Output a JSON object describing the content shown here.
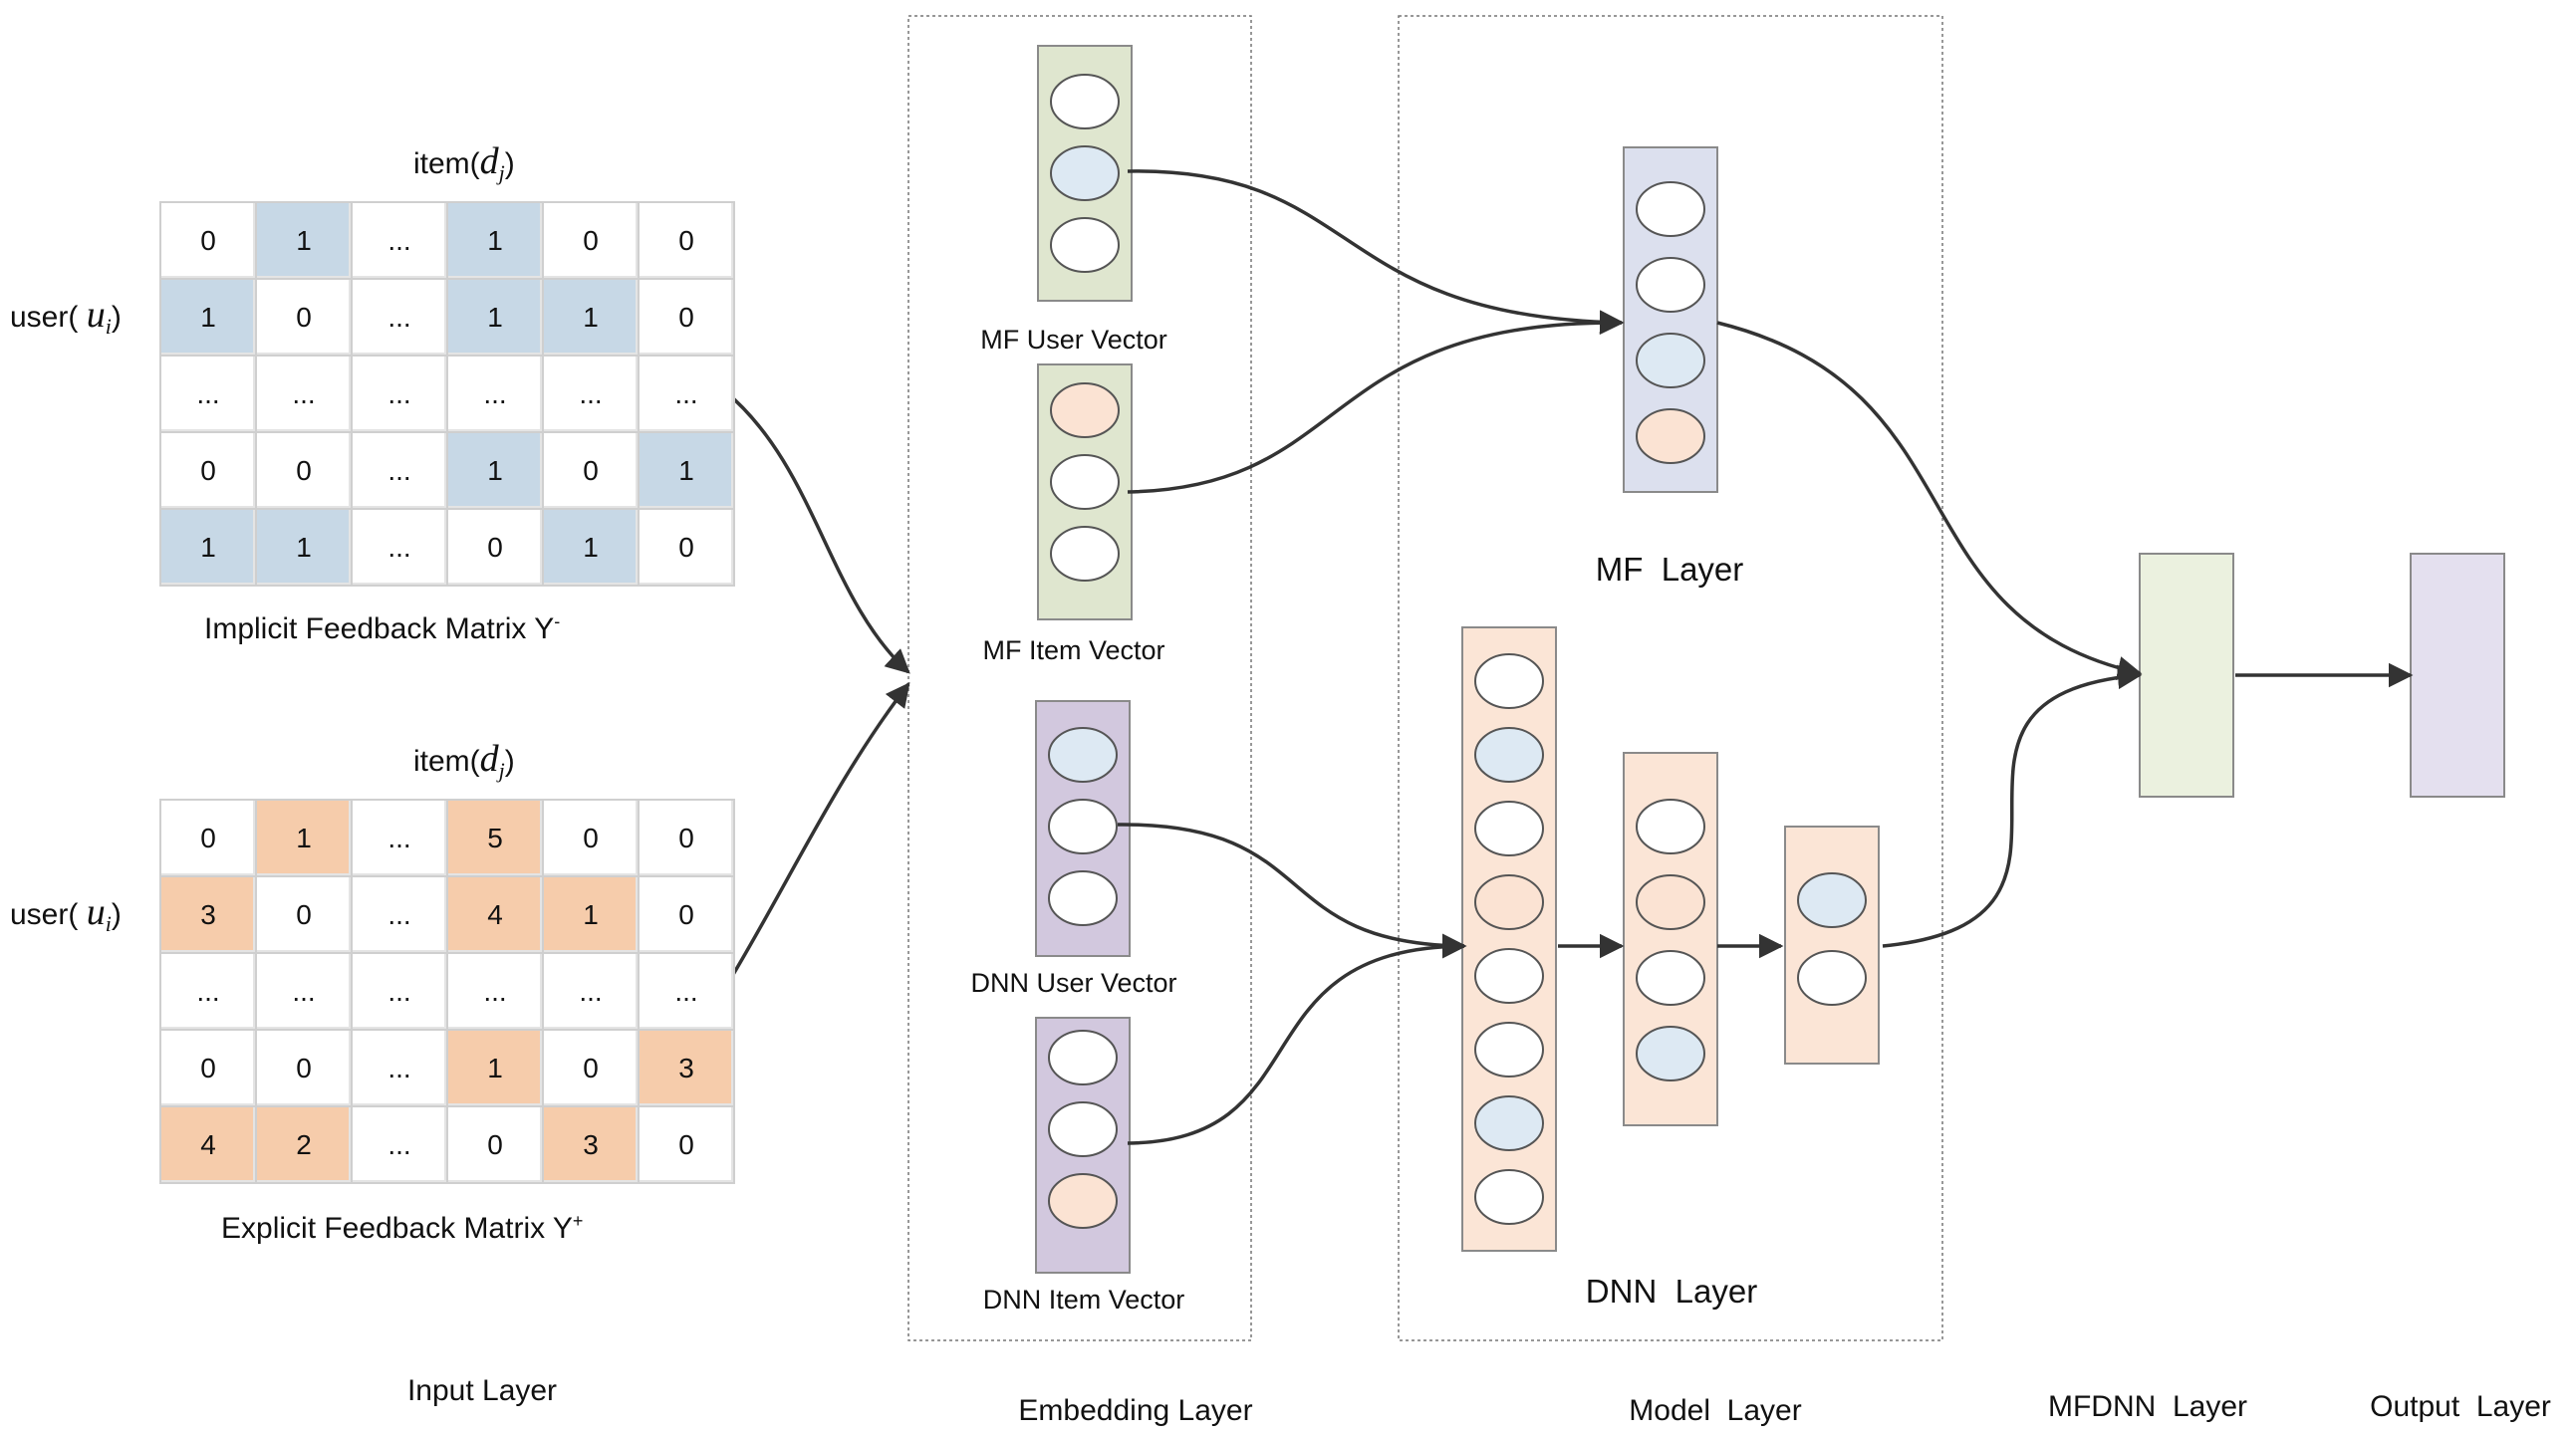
{
  "matrices": [
    {
      "id": "implicit",
      "item_prefix": "item(",
      "item_var": "d",
      "item_sub": "j",
      "item_suffix": ")",
      "user_prefix": "user(",
      "user_var": "u",
      "user_sub": "i",
      "user_suffix": ")",
      "caption": "Implicit Feedback Matrix Y",
      "caption_sup": "-",
      "cells": [
        [
          "0",
          "1",
          "...",
          "1",
          "0",
          "0"
        ],
        [
          "1",
          "0",
          "...",
          "1",
          "1",
          "0"
        ],
        [
          "...",
          "...",
          "...",
          "...",
          "...",
          "..."
        ],
        [
          "0",
          "0",
          "...",
          "1",
          "0",
          "1"
        ],
        [
          "1",
          "1",
          "...",
          "0",
          "1",
          "0"
        ]
      ],
      "highlight_color": "#c7d8e6"
    },
    {
      "id": "explicit",
      "item_prefix": "item(",
      "item_var": "d",
      "item_sub": "j",
      "item_suffix": ")",
      "user_prefix": "user(",
      "user_var": "u",
      "user_sub": "i",
      "user_suffix": ")",
      "caption": "Explicit Feedback Matrix Y",
      "caption_sup": "+",
      "cells": [
        [
          "0",
          "1",
          "...",
          "5",
          "0",
          "0"
        ],
        [
          "3",
          "0",
          "...",
          "4",
          "1",
          "0"
        ],
        [
          "...",
          "...",
          "...",
          "...",
          "...",
          "..."
        ],
        [
          "0",
          "0",
          "...",
          "1",
          "0",
          "3"
        ],
        [
          "4",
          "2",
          "...",
          "0",
          "3",
          "0"
        ]
      ],
      "highlight_color": "#f6ccab"
    }
  ],
  "embedding_vectors": [
    {
      "label": "MF User Vector",
      "fill": "#dfe6cf",
      "nodes": [
        "white",
        "blue",
        "white"
      ]
    },
    {
      "label": "MF Item Vector",
      "fill": "#dfe6cf",
      "nodes": [
        "orange",
        "white",
        "white"
      ]
    },
    {
      "label": "DNN User Vector",
      "fill": "#d2c8de",
      "nodes": [
        "blue",
        "white",
        "white"
      ]
    },
    {
      "label": "DNN  Item Vector",
      "fill": "#d2c8de",
      "nodes": [
        "white",
        "white",
        "orange"
      ]
    }
  ],
  "mf_layer": {
    "label": "MF  Layer",
    "fill": "#dce0ee",
    "nodes": [
      "white",
      "white",
      "blue",
      "orange"
    ]
  },
  "dnn_layer": {
    "label": "DNN  Layer",
    "fill": "#fbe5d6",
    "columns": [
      [
        "white",
        "blue",
        "white",
        "orange",
        "white",
        "white",
        "blue",
        "white"
      ],
      [
        "white",
        "orange",
        "white",
        "blue"
      ],
      [
        "blue",
        "white"
      ]
    ]
  },
  "mfdnn_box_fill": "#ebf1df",
  "output_box_fill": "#e4e0ef",
  "layer_titles": {
    "input": "Input Layer",
    "embedding": "Embedding Layer",
    "model": "Model  Layer",
    "mfdnn": "MFDNN  Layer",
    "output": "Output  Layer"
  },
  "node_colors": {
    "white": "#ffffff",
    "blue": "#dde9f3",
    "orange": "#fbe3d3"
  },
  "stroke_color": "#333333"
}
